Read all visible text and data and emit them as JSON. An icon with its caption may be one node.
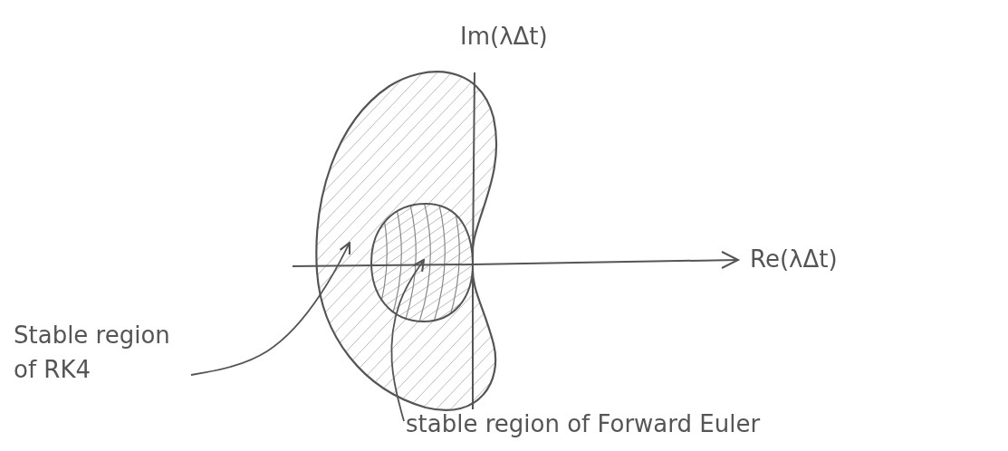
{
  "diagram": {
    "nodes": [
      {
        "text": [
          "Stable region of RK4"
        ]
      },
      {
        "text": [],
        "shape": "cloud"
      },
      {
        "text": [],
        "shape": "circle",
        "in": 1
      },
      {
        "text": [
          "stable region of Forward Euler"
        ]
      }
    ],
    "edges": [
      {
        "from": 0,
        "to": 1,
        "arrow": "to"
      },
      {
        "from": 3,
        "to": 2,
        "arrow": "to"
      }
    ],
    "labels": [
      "Im(λΔt)",
      "Re(λΔt)"
    ]
  }
}
